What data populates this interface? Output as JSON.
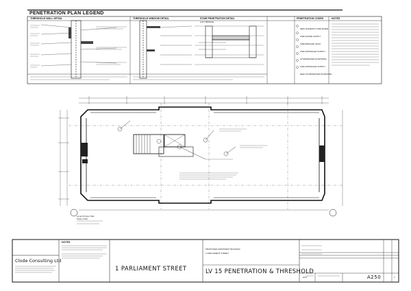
{
  "legend": {
    "title": "PENETRATION PLAN LEGEND",
    "sections": {
      "wall_detail": "THRESHOLD WALL DETAIL",
      "window_detail": "THRESHOLD WINDOW DETAIL",
      "stair_detail": "STAIR PENETRATION DETAIL",
      "stair_detail_sub": "(LIFT BRIDGE)",
      "codes": "PENETRATION CODES",
      "notes": "NOTES"
    },
    "codes": [
      "NEW DOMESTIC FIRE RISER",
      "FIRE WATER SUPPLY",
      "FIRE BRIGADE INLET",
      "FIRE SPRINKLER SUPPLY",
      "STORMWATER DOWNPIPE",
      "FIRE SPRINKLER SUPPLY",
      "NEW STORMWATER DOWNPIPE"
    ]
  },
  "plan": {
    "caption": "Level 15 Floor Plan",
    "scale": "Scale 1:100"
  },
  "titleblock": {
    "company": "Clode Consulting Ltd",
    "project_street": "1 PARLIAMENT STREET",
    "project_label": "PROPOSED APARTMENT BUILDING",
    "project_address": "1 PARLIAMENT STREET",
    "sheet_title": "LV 15  PENETRATION & THRESHOLD",
    "drawing_no": "A250",
    "revision": "1",
    "date": "2017",
    "notes_label": "NOTES"
  },
  "colors": {
    "ink": "#111111",
    "paper": "#ffffff"
  }
}
